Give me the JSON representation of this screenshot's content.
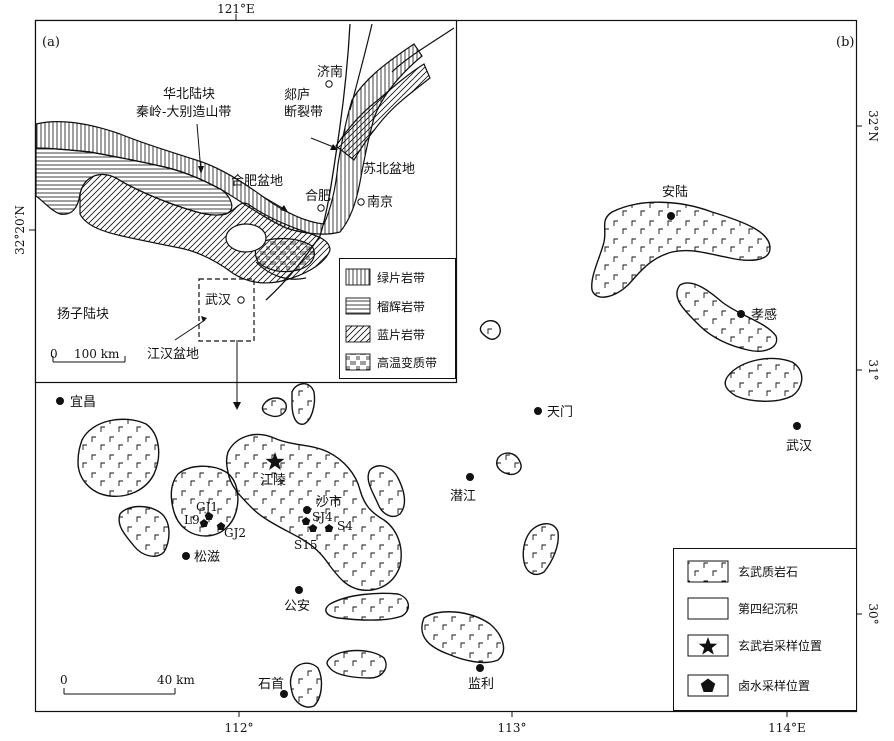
{
  "panel_a": {
    "tag": "(a)",
    "places": {
      "jinan": "济南",
      "tanlu_1": "郯庐",
      "tanlu_2": "断裂带",
      "huabei_1": "华北陆块",
      "huabei_2": "秦岭-大别造山带",
      "hefei_basin": "合肥盆地",
      "hefei": "合肥",
      "nanjing": "南京",
      "subei": "苏北盆地",
      "wuhan": "武汉",
      "yangtze": "扬子陆块",
      "jianghan": "江汉盆地"
    },
    "scale": {
      "zero": "0",
      "label": "100 km"
    },
    "legend": [
      {
        "label": "绿片岩带",
        "pattern": "vertical-hatch"
      },
      {
        "label": "榴辉岩带",
        "pattern": "horizontal-hatch"
      },
      {
        "label": "蓝片岩带",
        "pattern": "diagonal-hatch"
      },
      {
        "label": "高温变质带",
        "pattern": "grid-hatch"
      }
    ]
  },
  "panel_b": {
    "tag": "(b)",
    "towns": {
      "yichang": "宜昌",
      "tianmen": "天门",
      "anlu": "安陆",
      "xiaogan": "孝感",
      "wuhan": "武汉",
      "jiangling": "江陵",
      "shashi": "沙市",
      "qianjiang": "潜江",
      "songzi": "松滋",
      "gongan": "公安",
      "jianli": "监利",
      "shishou": "石首"
    },
    "samples": {
      "gj1": "GJ1",
      "l9": "L9",
      "gj2": "GJ2",
      "sj4": "SJ4",
      "s4": "S4",
      "s15": "S15"
    },
    "scale": {
      "zero": "0",
      "label": "40 km"
    },
    "legend": [
      {
        "label": "玄武质岩石",
        "symbol": "basalt-pattern"
      },
      {
        "label": "第四纪沉积",
        "symbol": "blank-box"
      },
      {
        "label": "玄武岩采样位置",
        "symbol": "star"
      },
      {
        "label": "卤水采样位置",
        "symbol": "pentagon"
      }
    ]
  },
  "coords": {
    "top_121": "121°E",
    "left_3220": "32°20′N",
    "right_32": "32°N",
    "right_31": "31°",
    "right_30": "30°",
    "bottom_112": "112°",
    "bottom_113": "113°",
    "bottom_114": "114°E"
  }
}
